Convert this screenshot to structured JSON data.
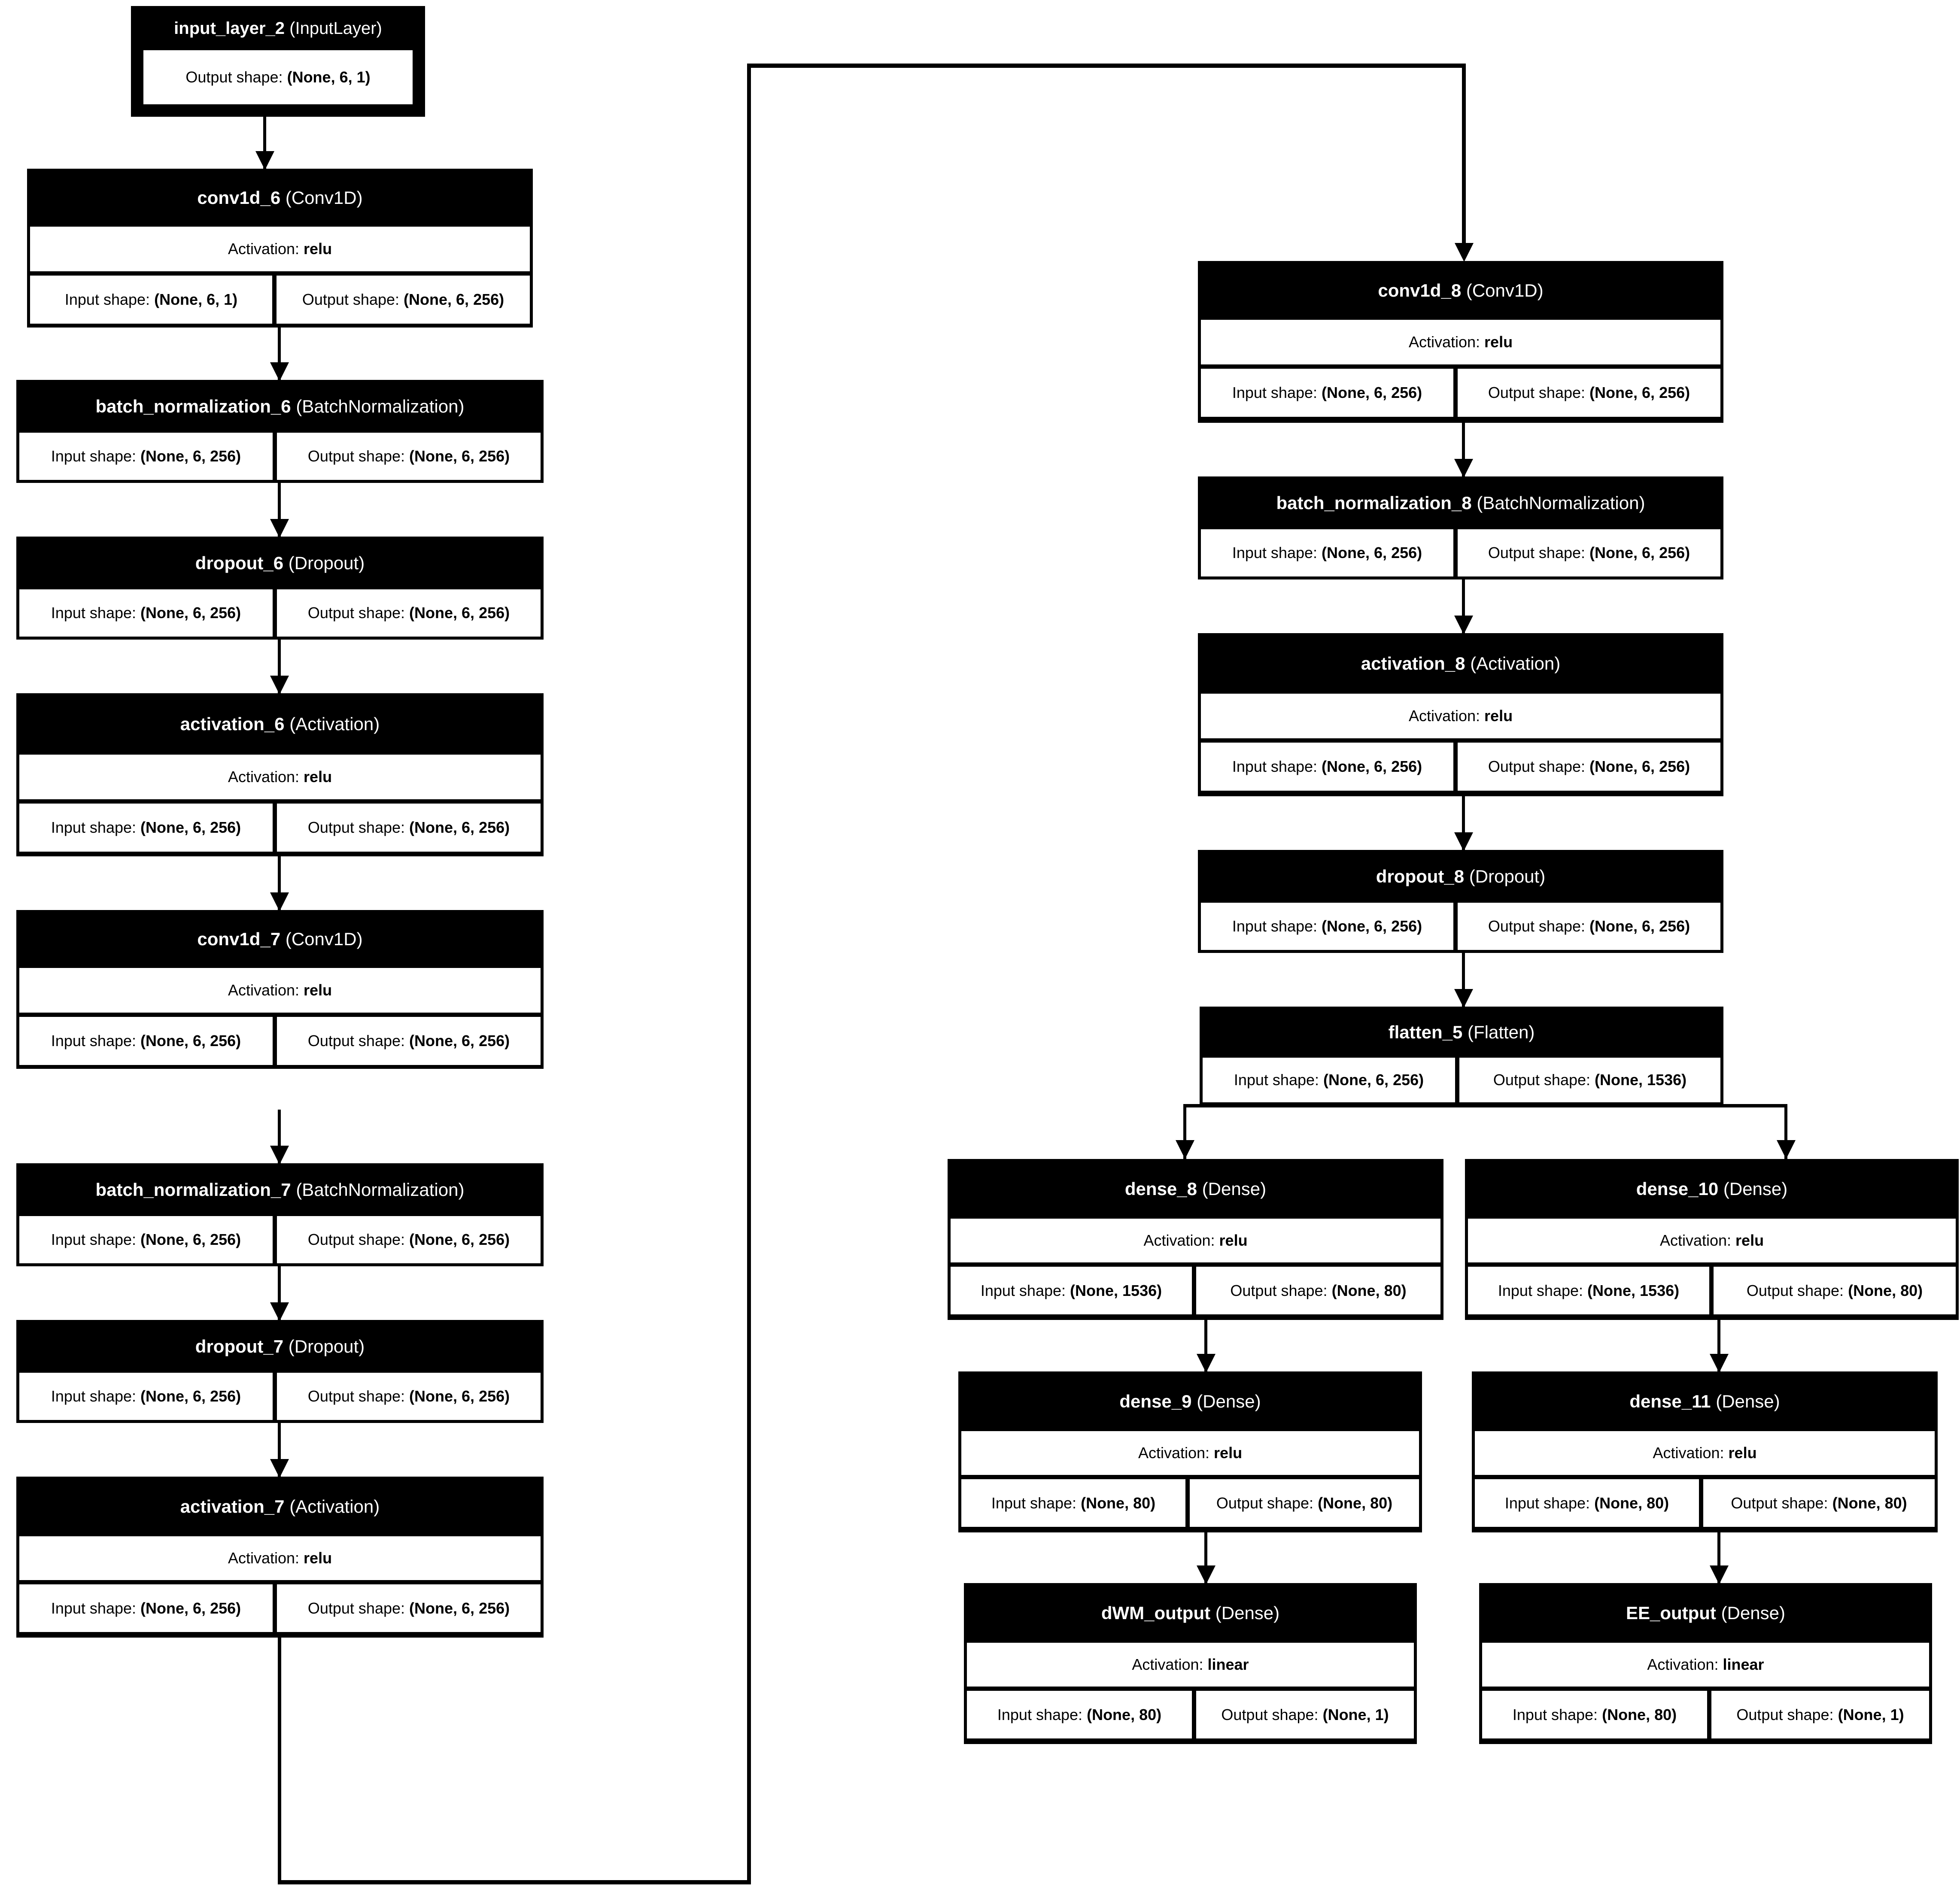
{
  "diagram": {
    "kind": "keras-model-plot",
    "background": "#ffffff",
    "node_fill": "#000000",
    "node_text": "#ffffff",
    "cell_fill": "#ffffff",
    "cell_text": "#000000",
    "labels": {
      "input_shape": "Input shape:",
      "output_shape": "Output shape:",
      "activation": "Activation:"
    }
  },
  "nodes": {
    "input_layer_2": {
      "name": "input_layer_2",
      "type": "(InputLayer)",
      "output_shape": "(None, 6, 1)"
    },
    "conv1d_6": {
      "name": "conv1d_6",
      "type": "(Conv1D)",
      "activation": "relu",
      "input_shape": "(None, 6, 1)",
      "output_shape": "(None, 6, 256)"
    },
    "batch_normalization_6": {
      "name": "batch_normalization_6",
      "type": "(BatchNormalization)",
      "input_shape": "(None, 6, 256)",
      "output_shape": "(None, 6, 256)"
    },
    "dropout_6": {
      "name": "dropout_6",
      "type": "(Dropout)",
      "input_shape": "(None, 6, 256)",
      "output_shape": "(None, 6, 256)"
    },
    "activation_6": {
      "name": "activation_6",
      "type": "(Activation)",
      "activation": "relu",
      "input_shape": "(None, 6, 256)",
      "output_shape": "(None, 6, 256)"
    },
    "conv1d_7": {
      "name": "conv1d_7",
      "type": "(Conv1D)",
      "activation": "relu",
      "input_shape": "(None, 6, 256)",
      "output_shape": "(None, 6, 256)"
    },
    "batch_normalization_7": {
      "name": "batch_normalization_7",
      "type": "(BatchNormalization)",
      "input_shape": "(None, 6, 256)",
      "output_shape": "(None, 6, 256)"
    },
    "dropout_7": {
      "name": "dropout_7",
      "type": "(Dropout)",
      "input_shape": "(None, 6, 256)",
      "output_shape": "(None, 6, 256)"
    },
    "activation_7": {
      "name": "activation_7",
      "type": "(Activation)",
      "activation": "relu",
      "input_shape": "(None, 6, 256)",
      "output_shape": "(None, 6, 256)"
    },
    "conv1d_8": {
      "name": "conv1d_8",
      "type": "(Conv1D)",
      "activation": "relu",
      "input_shape": "(None, 6, 256)",
      "output_shape": "(None, 6, 256)"
    },
    "batch_normalization_8": {
      "name": "batch_normalization_8",
      "type": "(BatchNormalization)",
      "input_shape": "(None, 6, 256)",
      "output_shape": "(None, 6, 256)"
    },
    "activation_8": {
      "name": "activation_8",
      "type": "(Activation)",
      "activation": "relu",
      "input_shape": "(None, 6, 256)",
      "output_shape": "(None, 6, 256)"
    },
    "dropout_8": {
      "name": "dropout_8",
      "type": "(Dropout)",
      "input_shape": "(None, 6, 256)",
      "output_shape": "(None, 6, 256)"
    },
    "flatten_5": {
      "name": "flatten_5",
      "type": "(Flatten)",
      "input_shape": "(None, 6, 256)",
      "output_shape": "(None, 1536)"
    },
    "dense_8": {
      "name": "dense_8",
      "type": "(Dense)",
      "activation": "relu",
      "input_shape": "(None, 1536)",
      "output_shape": "(None, 80)"
    },
    "dense_9": {
      "name": "dense_9",
      "type": "(Dense)",
      "activation": "relu",
      "input_shape": "(None, 80)",
      "output_shape": "(None, 80)"
    },
    "dWM_output": {
      "name": "dWM_output",
      "type": "(Dense)",
      "activation": "linear",
      "input_shape": "(None, 80)",
      "output_shape": "(None, 1)"
    },
    "dense_10": {
      "name": "dense_10",
      "type": "(Dense)",
      "activation": "relu",
      "input_shape": "(None, 1536)",
      "output_shape": "(None, 80)"
    },
    "dense_11": {
      "name": "dense_11",
      "type": "(Dense)",
      "activation": "relu",
      "input_shape": "(None, 80)",
      "output_shape": "(None, 80)"
    },
    "EE_output": {
      "name": "EE_output",
      "type": "(Dense)",
      "activation": "linear",
      "input_shape": "(None, 80)",
      "output_shape": "(None, 1)"
    }
  },
  "edges": [
    {
      "from": "input_layer_2",
      "to": "conv1d_6"
    },
    {
      "from": "conv1d_6",
      "to": "batch_normalization_6"
    },
    {
      "from": "batch_normalization_6",
      "to": "dropout_6"
    },
    {
      "from": "dropout_6",
      "to": "activation_6"
    },
    {
      "from": "activation_6",
      "to": "conv1d_7"
    },
    {
      "from": "conv1d_7",
      "to": "batch_normalization_7"
    },
    {
      "from": "batch_normalization_7",
      "to": "dropout_7"
    },
    {
      "from": "dropout_7",
      "to": "activation_7"
    },
    {
      "from": "activation_7",
      "to": "conv1d_8"
    },
    {
      "from": "conv1d_8",
      "to": "batch_normalization_8"
    },
    {
      "from": "batch_normalization_8",
      "to": "activation_8"
    },
    {
      "from": "activation_8",
      "to": "dropout_8"
    },
    {
      "from": "dropout_8",
      "to": "flatten_5"
    },
    {
      "from": "flatten_5",
      "to": "dense_8"
    },
    {
      "from": "flatten_5",
      "to": "dense_10"
    },
    {
      "from": "dense_8",
      "to": "dense_9"
    },
    {
      "from": "dense_9",
      "to": "dWM_output"
    },
    {
      "from": "dense_10",
      "to": "dense_11"
    },
    {
      "from": "dense_11",
      "to": "EE_output"
    }
  ]
}
